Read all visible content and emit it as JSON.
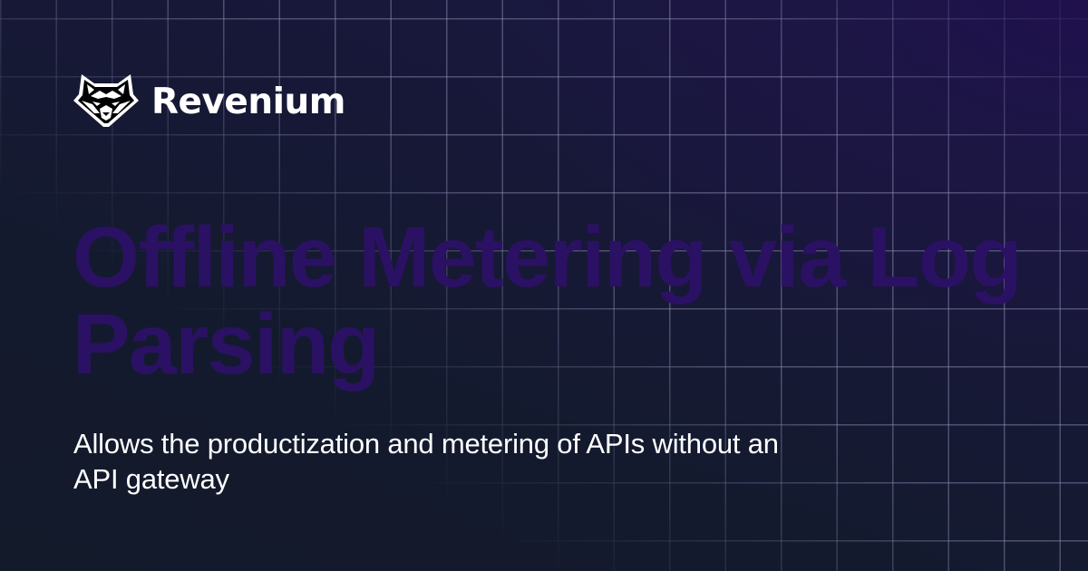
{
  "brand": {
    "name": "Revenium",
    "logo_icon": "raccoon-head-icon"
  },
  "hero": {
    "title": "Offline Metering via Log Parsing",
    "subtitle": "Allows the productization and metering of APIs without an API gateway"
  },
  "colors": {
    "background_dark": "#131a2a",
    "background_glow": "#1d1545",
    "title": "#2b1163",
    "subtitle": "#ffffff",
    "grid_line": "#9696be"
  }
}
